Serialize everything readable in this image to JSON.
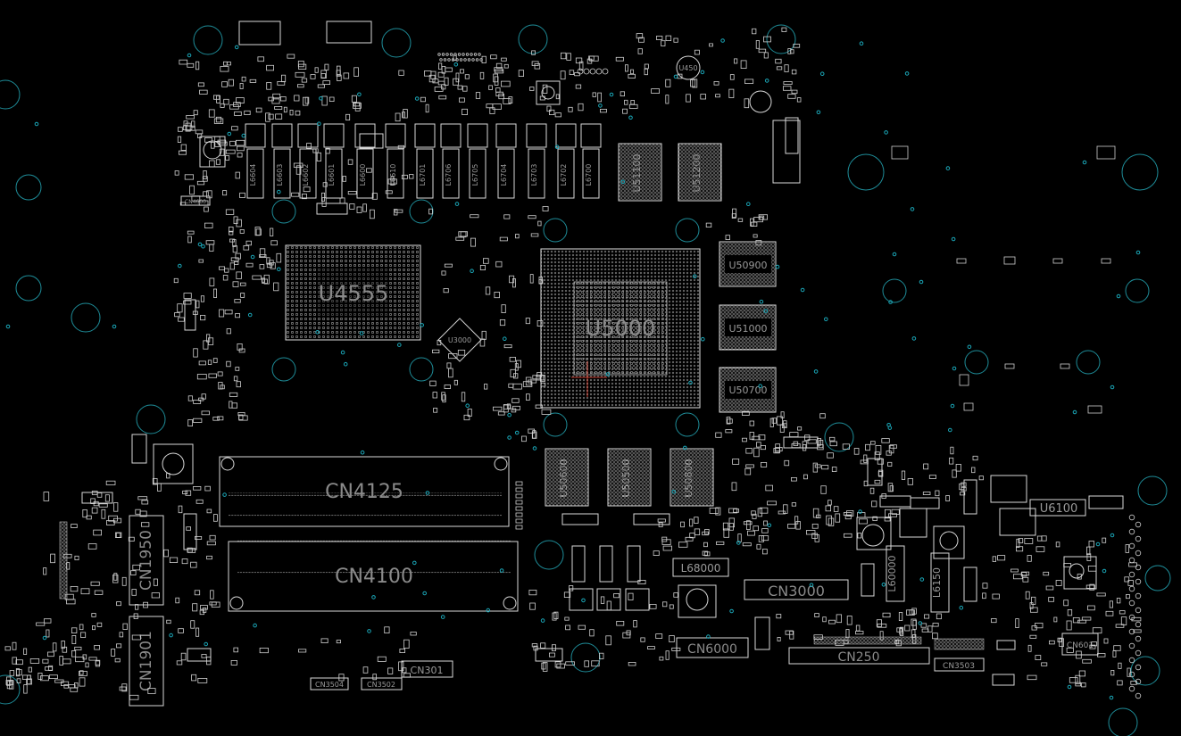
{
  "colors": {
    "background": "#000000",
    "outline": "#d8d8d8",
    "label": "#8a8a8a",
    "via": "#1aa7b8",
    "marker": "#c0392b"
  },
  "big_labels": {
    "u4555": "U4555",
    "u5000": "U5000",
    "cn4125": "CN4125",
    "cn4100": "CN4100",
    "cn1950": "CN1950",
    "cn1901": "CN1901",
    "cn3000": "CN3000",
    "cn6000": "CN6000",
    "cn250": "CN250",
    "u6100": "U6100"
  },
  "mid_labels": {
    "u50900": "U50900",
    "u51000": "U51000",
    "u50700": "U50700",
    "u51100": "U51100",
    "u51200": "U51200",
    "u50600": "U50600",
    "u50500": "U50500",
    "u50800": "U50800",
    "l68000": "L68000",
    "l60000": "L60000",
    "l6150": "L6150",
    "cn301": "CN301",
    "cn3504": "CN3504",
    "cn3502": "CN3502",
    "cn3503": "CN3503",
    "cn601": "CN601",
    "u450": "U450",
    "cn4600": "CN4600",
    "u3000": "U3000"
  },
  "inductor_row": [
    "L6604",
    "L6603",
    "L6602",
    "L6601",
    "L6600",
    "L6610",
    "L6701",
    "L6706",
    "L6705",
    "L6704",
    "L6703",
    "L6702",
    "L6700"
  ]
}
